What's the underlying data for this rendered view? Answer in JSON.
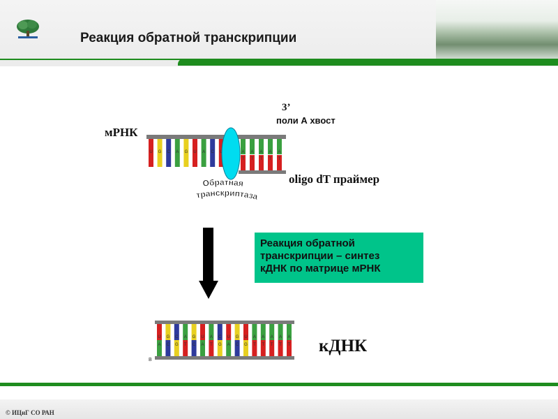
{
  "header": {
    "title": "Реакция обратной транскрипции"
  },
  "labels": {
    "mrna": "мРНК",
    "three_prime": "3’",
    "poly_a": "поли А хвост",
    "primer": "oligo dT праймер",
    "enzyme_line1": "Обратная",
    "enzyme_line2": "транскриптаза",
    "cdna": "кДНК"
  },
  "info_box": {
    "lines": [
      "Реакция обратной",
      "транскрипции – синтез",
      "кДНК по матрице мРНК"
    ]
  },
  "footer": {
    "copyright": "© ИЦиГ СО РАН"
  },
  "colors": {
    "green": "#1e8c1e",
    "info_box": "#00c48a",
    "enzyme": "#00dcf0",
    "strand": "#7a7a7a",
    "bases": {
      "U": "#d62020",
      "G": "#e8d020",
      "C": "#2e3a9c",
      "A": "#3aa040",
      "T": "#d62020"
    }
  },
  "mrna_strand": {
    "bases": [
      "U",
      "G",
      "C",
      "A",
      "G",
      "U",
      "A",
      "C",
      "U"
    ],
    "poly_a": [
      "A",
      "A",
      "A",
      "A",
      "A"
    ],
    "primer": [
      "T",
      "T",
      "T",
      "T",
      "T"
    ]
  },
  "cdna_strand": {
    "top": [
      "U",
      "G",
      "C",
      "A",
      "G",
      "U",
      "A",
      "C",
      "U",
      "G",
      "U",
      "A",
      "A",
      "A",
      "A",
      "A"
    ],
    "bottom": [
      "A",
      "C",
      "G",
      "T",
      "C",
      "A",
      "T",
      "G",
      "A",
      "C",
      "G",
      "T",
      "T",
      "T",
      "T",
      "T"
    ],
    "marker": "B"
  }
}
